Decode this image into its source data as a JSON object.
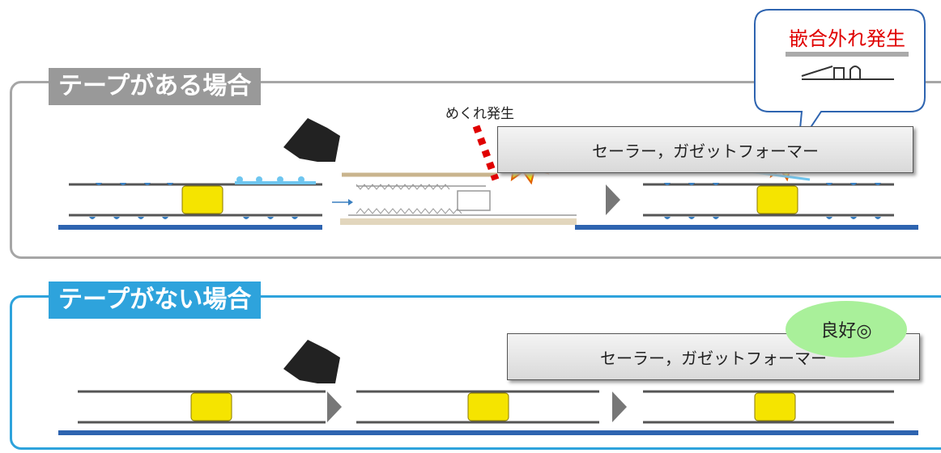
{
  "top_panel": {
    "label": "テープがある場合"
  },
  "bottom_panel": {
    "label": "テープがない場合"
  },
  "process_box": {
    "top_text": "セーラー，ガゼットフォーマー",
    "bottom_text": "セーラー，ガゼットフォーマー"
  },
  "annotations": {
    "flip": "めくれ発生",
    "disengage": "嵌合外れ発生",
    "good": "良好◎"
  },
  "colors": {
    "gray": "#999999",
    "blue": "#2ea3dc",
    "red": "#e00000",
    "zipper": "#f5e400",
    "base": "#2e64b0"
  }
}
